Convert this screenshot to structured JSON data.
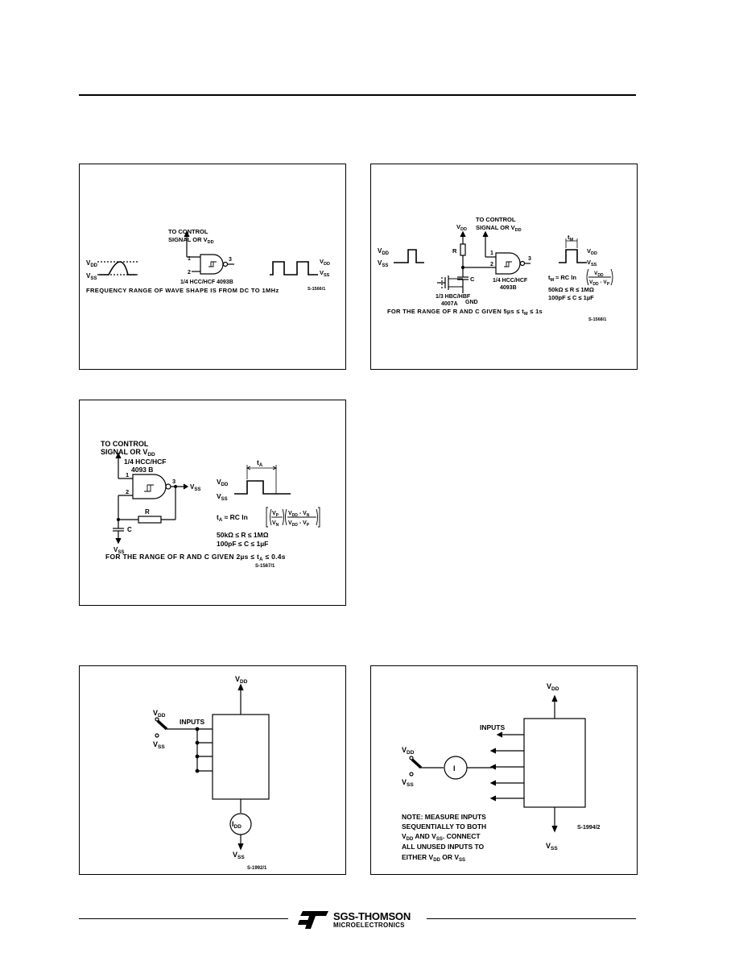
{
  "panel1": {
    "to_control": "TO CONTROL",
    "signal_or": "SIGNAL OR V",
    "vdd_sub": "DD",
    "vdd": "V",
    "vdd_s": "DD",
    "vss": "V",
    "vss_s": "SS",
    "pin1": "1",
    "pin2": "2",
    "pin3": "3",
    "gate_label": "1/4 HCC/HCF 4093B",
    "out_vdd": "V",
    "out_vdd_s": "DD",
    "out_vss": "V",
    "out_vss_s": "SS",
    "note": "FREQUENCY RANGE OF WAVE SHAPE IS FROM DC TO 1MHz",
    "code": "S-1566/1"
  },
  "panel2": {
    "to_control": "TO CONTROL",
    "signal_or": "SIGNAL OR V",
    "signal_sub": "DD",
    "vdd_top": "V",
    "vdd_top_s": "DD",
    "in_vdd": "V",
    "in_vdd_s": "DD",
    "in_vss": "V",
    "in_vss_s": "SS",
    "r": "R",
    "c": "C",
    "pin1": "1",
    "pin2": "2",
    "pin3": "3",
    "gate1": "1/4 HCC/HCF",
    "gate2": "4093B",
    "buf1": "1/3 HBC/HBF",
    "buf2": "4007A",
    "gnd": "GND",
    "tm": "t",
    "tm_s": "M",
    "out_vdd": "V",
    "out_vdd_s": "DD",
    "out_vss": "V",
    "out_vss_s": "SS",
    "formula": "t",
    "formula_s": "M",
    "formula_rest": " ≈ RC ln",
    "frac_num": "V",
    "frac_num_s": "DD",
    "frac_den": "V",
    "frac_den_s": "DD",
    "frac_den_m": " - V",
    "frac_den_p": "P",
    "range1": "50kΩ ≤ R ≤ 1MΩ",
    "range2": "100pF ≤ C ≤ 1µF",
    "note": "FOR THE RANGE OF R AND C GIVEN 5µs ≤ t",
    "note_s": "M",
    "note_end": " ≤ 1s",
    "code": "S-1568/1"
  },
  "panel3": {
    "to_control": "TO CONTROL",
    "signal_or": "SIGNAL OR V",
    "signal_sub": "DD",
    "gate1": "1/4 HCC/HCF",
    "gate2": "4093 B",
    "pin1": "1",
    "pin2": "2",
    "pin3": "3",
    "out": "V",
    "out_s": "SS",
    "r": "R",
    "c": "C",
    "gnd": "V",
    "gnd_s": "SS",
    "ta": "t",
    "ta_s": "A",
    "vdd": "V",
    "vdd_s": "DD",
    "vss": "V",
    "vss_s": "SS",
    "formula": "t",
    "formula_s": "A",
    "formula_rest": " ≈  RC ln",
    "f1n": "V",
    "f1n_s": "P",
    "f1d": "V",
    "f1d_s": "N",
    "f2n": "V",
    "f2n_s": "DD",
    "f2n_m": " - V",
    "f2n_m_s": "N",
    "f2d": "V",
    "f2d_s": "DD",
    "f2d_m": " - V",
    "f2d_m_s": "P",
    "range1": "50kΩ ≤ R ≤ 1MΩ",
    "range2": "100pF ≤ C ≤ 1µF",
    "note": "FOR THE RANGE OF R AND C GIVEN 2µs ≤ t",
    "note_s": "A",
    "note_end": " ≤ 0.4s",
    "code": "S-1567/1"
  },
  "panel4": {
    "vdd_top": "V",
    "vdd_top_s": "DD",
    "sw_vdd": "V",
    "sw_vdd_s": "DD",
    "sw_vss": "V",
    "sw_vss_s": "SS",
    "inputs": "INPUTS",
    "meter": "I",
    "meter_s": "DD",
    "vss_bot": "V",
    "vss_bot_s": "SS",
    "code": "S-1992/1"
  },
  "panel5": {
    "vdd_top": "V",
    "vdd_top_s": "DD",
    "inputs": "INPUTS",
    "sw_vdd": "V",
    "sw_vdd_s": "DD",
    "sw_vss": "V",
    "sw_vss_s": "SS",
    "meter": "I",
    "note1": "NOTE: MEASURE INPUTS",
    "note2": "SEQUENTIALLY TO BOTH",
    "note3a": "V",
    "note3a_s": "DD",
    "note3b": " AND V",
    "note3b_s": "SS",
    "note3c": ". CONNECT",
    "note4": "ALL UNUSED INPUTS TO",
    "note5a": "EITHER V",
    "note5a_s": "DD",
    "note5b": " OR V",
    "note5b_s": "SS",
    "vss_bot": "V",
    "vss_bot_s": "SS",
    "code": "S-1994/2"
  },
  "footer": {
    "brand1": "SGS-THOMSON",
    "brand2": "MICROELECTRONICS",
    "logo_glyph": "ST"
  }
}
